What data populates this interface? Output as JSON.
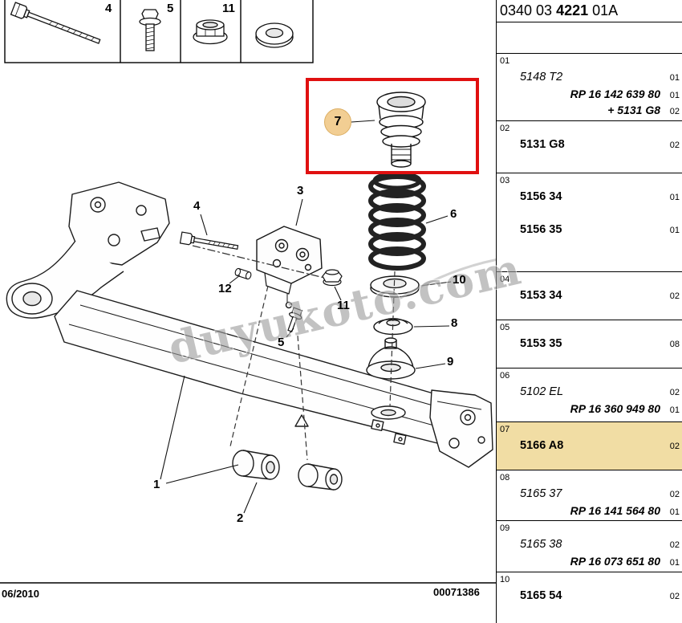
{
  "header": {
    "code_prefix": "0340 03 ",
    "code_bold": "4221",
    "code_suffix": " 01A"
  },
  "footer": {
    "date": "06/2010",
    "doc_number": "00071386"
  },
  "watermark": "duyukoto.com",
  "colors": {
    "highlight_box": "#e01010",
    "selected_row_bg": "#f1dda4",
    "callout_bubble_bg": "#f2ce93"
  },
  "inset": {
    "labels": [
      "4",
      "5",
      "11"
    ]
  },
  "diagram": {
    "callout_number": "7",
    "labels": [
      "1",
      "2",
      "3",
      "4",
      "5",
      "6",
      "8",
      "9",
      "10",
      "11",
      "12"
    ]
  },
  "table": {
    "rows": [
      {
        "ref": "01",
        "selected": false,
        "lines": [
          {
            "text": "5148 T2",
            "qty": "01",
            "style": "italic"
          },
          {
            "text": "RP 16 142 639 80",
            "qty": "01",
            "style": "rp"
          },
          {
            "text": "+ 5131 G8",
            "qty": "02",
            "style": "rp"
          }
        ]
      },
      {
        "ref": "02",
        "selected": false,
        "lines": [
          {
            "text": "5131 G8",
            "qty": "02",
            "style": "bold"
          }
        ]
      },
      {
        "ref": "03",
        "selected": false,
        "lines": [
          {
            "text": "5156 34",
            "qty": "01",
            "style": "bold"
          },
          {
            "text": "5156 35",
            "qty": "01",
            "style": "bold"
          }
        ]
      },
      {
        "ref": "04",
        "selected": false,
        "lines": [
          {
            "text": "5153 34",
            "qty": "02",
            "style": "bold"
          }
        ]
      },
      {
        "ref": "05",
        "selected": false,
        "lines": [
          {
            "text": "5153 35",
            "qty": "08",
            "style": "bold"
          }
        ]
      },
      {
        "ref": "06",
        "selected": false,
        "lines": [
          {
            "text": "5102 EL",
            "qty": "02",
            "style": "italic"
          },
          {
            "text": "RP 16 360 949 80",
            "qty": "01",
            "style": "rp"
          }
        ]
      },
      {
        "ref": "07",
        "selected": true,
        "lines": [
          {
            "text": "5166 A8",
            "qty": "02",
            "style": "bold"
          }
        ]
      },
      {
        "ref": "08",
        "selected": false,
        "lines": [
          {
            "text": "5165 37",
            "qty": "02",
            "style": "italic"
          },
          {
            "text": "RP 16 141 564 80",
            "qty": "01",
            "style": "rp"
          }
        ]
      },
      {
        "ref": "09",
        "selected": false,
        "lines": [
          {
            "text": "5165 38",
            "qty": "02",
            "style": "italic"
          },
          {
            "text": "RP 16 073 651 80",
            "qty": "01",
            "style": "rp"
          }
        ]
      },
      {
        "ref": "10",
        "selected": false,
        "lines": [
          {
            "text": "5165 54",
            "qty": "02",
            "style": "bold"
          }
        ]
      }
    ]
  }
}
